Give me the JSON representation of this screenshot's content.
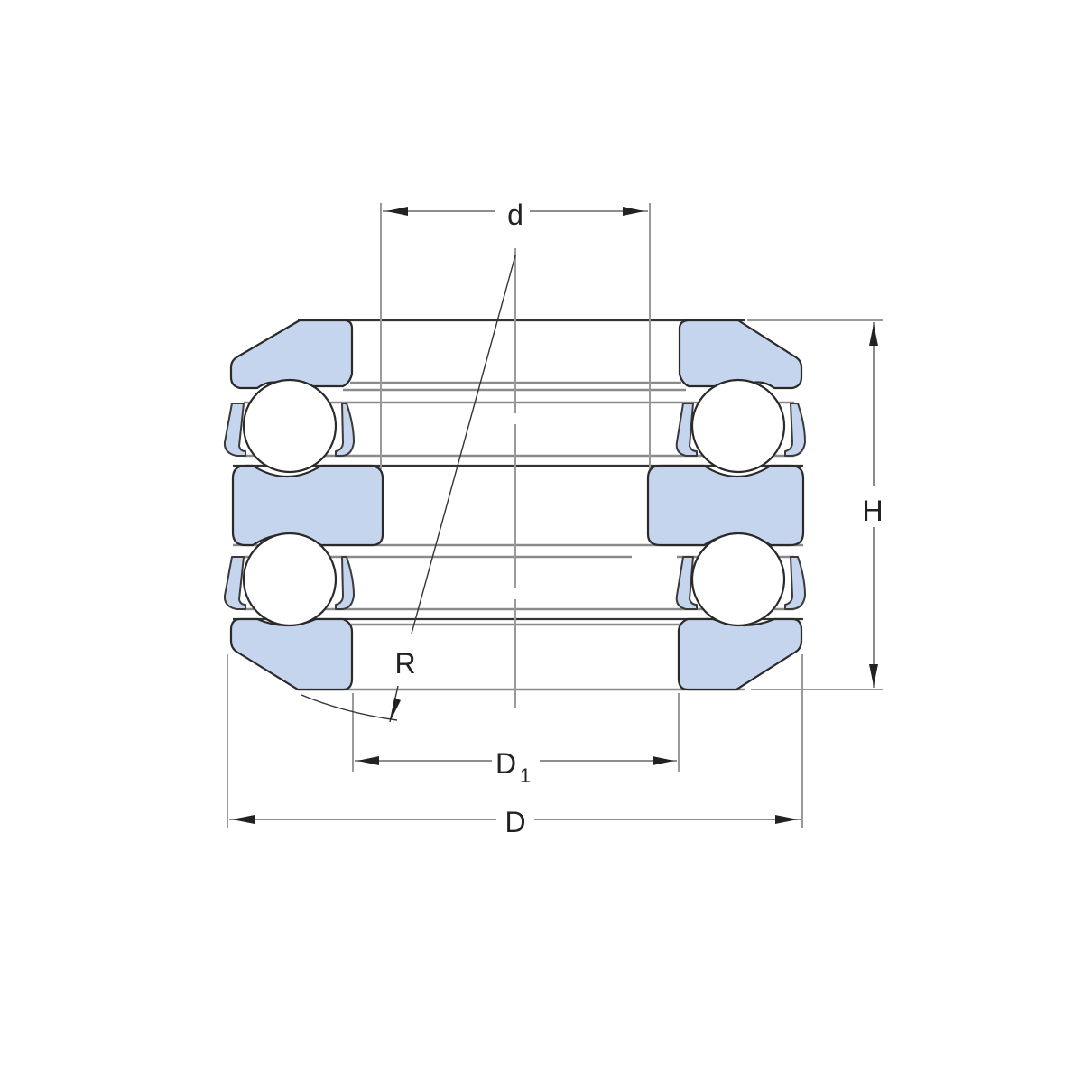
{
  "diagram": {
    "type": "technical-drawing",
    "subject": "double direction thrust ball bearing cross-section",
    "colors": {
      "part_fill": "#C6D5EE",
      "outline": "#2a2a2a",
      "dimension_line": "#7d7d7d",
      "background": "#ffffff"
    },
    "components": [
      {
        "name": "upper housing washer",
        "side": "left and right"
      },
      {
        "name": "upper ball row",
        "count_visible": 2
      },
      {
        "name": "upper cage",
        "side": "left and right"
      },
      {
        "name": "shaft washer (center)",
        "side": "left and right"
      },
      {
        "name": "lower ball row",
        "count_visible": 2
      },
      {
        "name": "lower cage",
        "side": "left and right"
      },
      {
        "name": "lower housing washer",
        "side": "left and right"
      }
    ],
    "dimensions": {
      "d": {
        "label": "d",
        "meaning": "bore diameter",
        "position": "top"
      },
      "D1": {
        "label": "D",
        "subscript": "1",
        "meaning": "housing washer bore diameter",
        "position": "bottom"
      },
      "D": {
        "label": "D",
        "meaning": "outside diameter",
        "position": "bottom"
      },
      "H": {
        "label": "H",
        "meaning": "bearing height",
        "position": "right"
      },
      "R": {
        "label": "R",
        "meaning": "sphere radius of seat",
        "position": "lower-left"
      }
    }
  }
}
